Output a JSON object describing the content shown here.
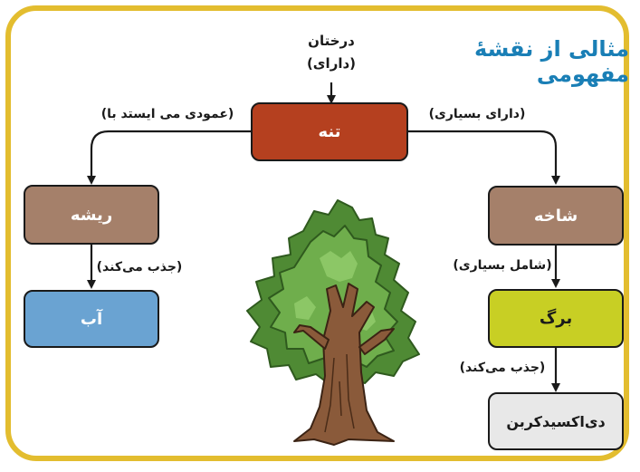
{
  "title": "مثالی از نقشهٔ مفهومی",
  "top_concept": {
    "line1": "درختان",
    "line2": "(دارای)"
  },
  "nodes": {
    "trunk": {
      "label": "تنه",
      "color": "#b5401f"
    },
    "root": {
      "label": "ریشه",
      "color": "#a5806a"
    },
    "branch": {
      "label": "شاخه",
      "color": "#a5806a"
    },
    "water": {
      "label": "آب",
      "color": "#6aa3d2"
    },
    "leaf": {
      "label": "برگ",
      "color": "#c8cf24"
    },
    "co2": {
      "label": "دی‌اکسیدکربن",
      "color": "#e8e8e8"
    }
  },
  "links": {
    "trunk_root": "(عمودی می ایستد با)",
    "trunk_branch": "(دارای بسیاری)",
    "root_water": "(جذب می‌کند)",
    "branch_leaf": "(شامل بسیاری)",
    "leaf_co2": "(جذب می‌کند)"
  }
}
